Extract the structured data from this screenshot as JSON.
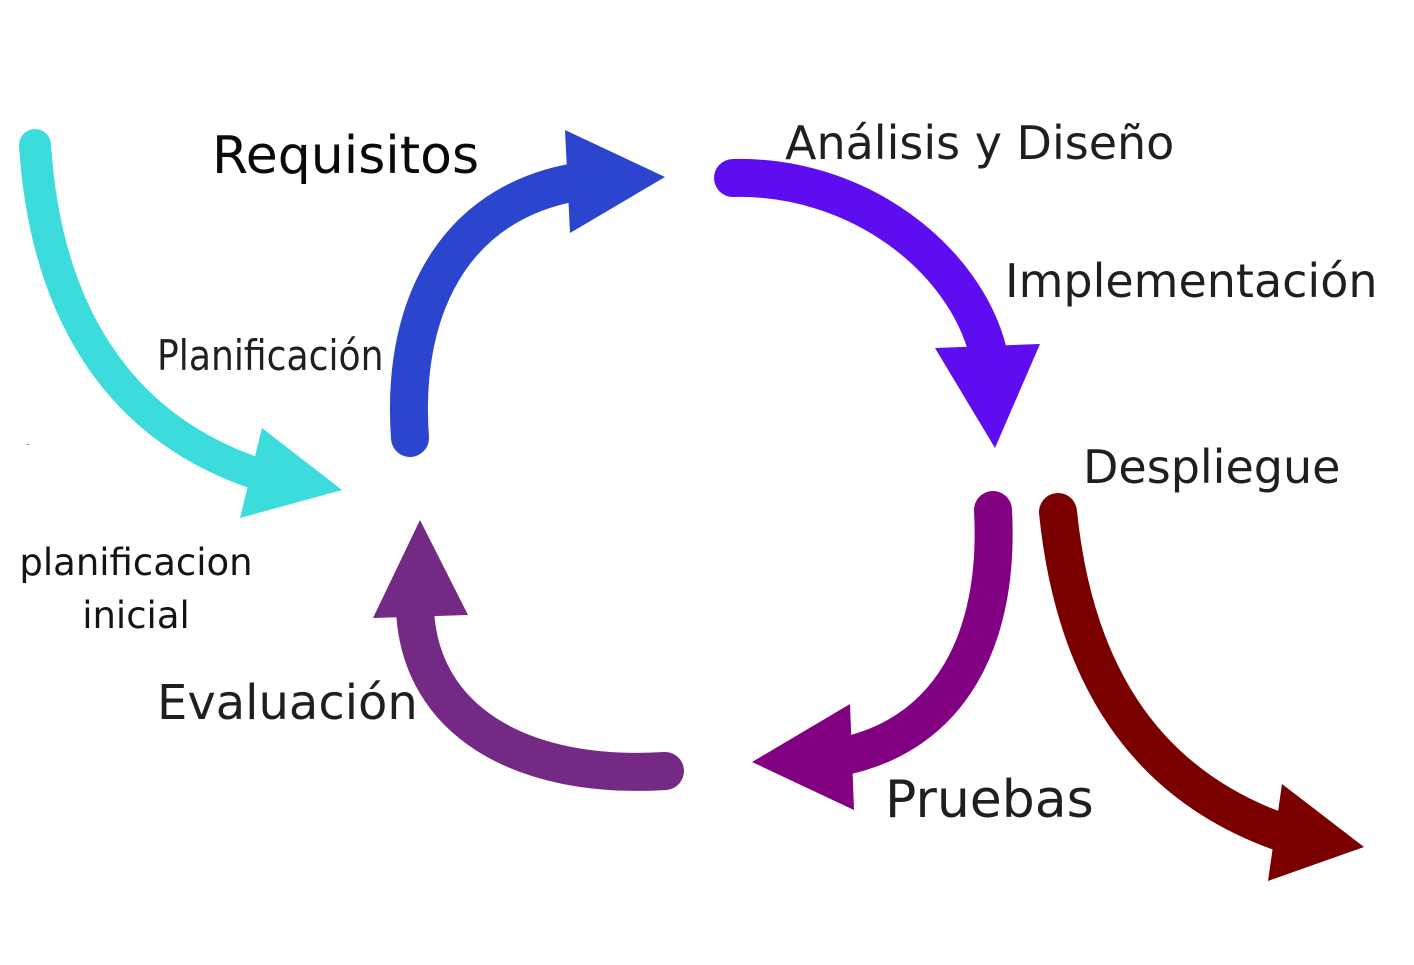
{
  "diagram": {
    "stages": {
      "requisitos": "Requisitos",
      "analisis_diseno": "Análisis y Diseño",
      "implementacion": "Implementación",
      "despliegue": "Despliegue",
      "planificacion": "Planificación",
      "evaluacion": "Evaluación",
      "pruebas": "Pruebas",
      "planificacion_inicial_line1": "planificacion",
      "planificacion_inicial_line2": "inicial"
    },
    "colors": {
      "initial_arrow": "#3ddcdc",
      "requisitos_arrow": "#2b45cf",
      "analisis_arrow": "#5e0df0",
      "pruebas_arrow": "#820082",
      "evaluacion_arrow": "#742a85",
      "despliegue_arrow": "#7a0000"
    }
  }
}
